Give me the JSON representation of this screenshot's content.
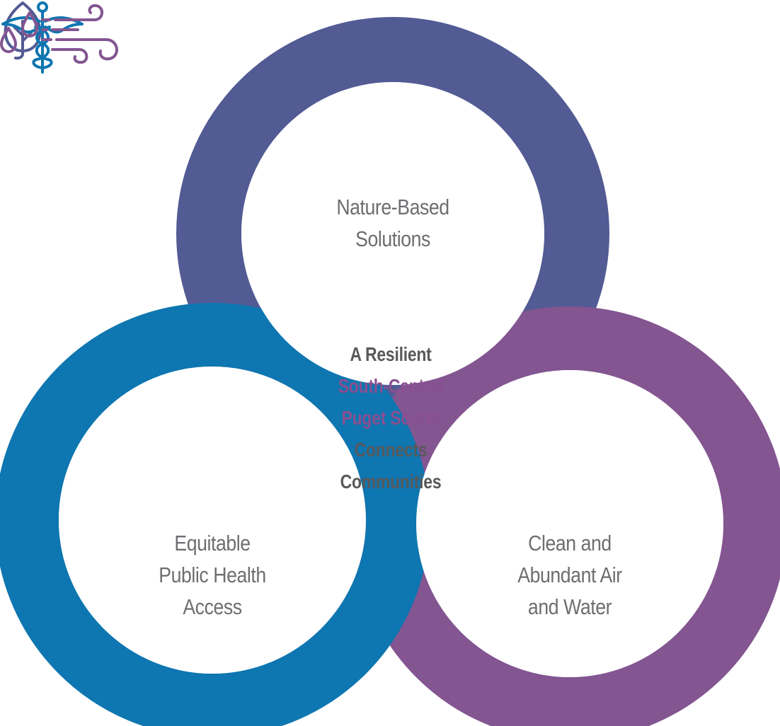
{
  "colors": {
    "top_ring": "#535b94",
    "left_ring": "#0e76b0",
    "right_ring": "#835591",
    "label_text": "#6d6e71",
    "center_gray": "#58595b",
    "center_purple": "#8a4f91"
  },
  "circles": {
    "nature": {
      "icon": "leaf-icon",
      "label_lines": [
        "Nature-Based",
        "Solutions"
      ]
    },
    "health": {
      "icon": "caduceus-icon",
      "label_lines": [
        "Equitable",
        "Public Health",
        "Access"
      ]
    },
    "air_water": {
      "icon": "air-water-icon",
      "label_lines": [
        "Clean and",
        "Abundant Air",
        "and Water"
      ]
    }
  },
  "center": {
    "line1": "A Resilient",
    "line2": "South-Central",
    "line3": "Puget Sound",
    "line4": "Connects",
    "line5": "Communities"
  }
}
